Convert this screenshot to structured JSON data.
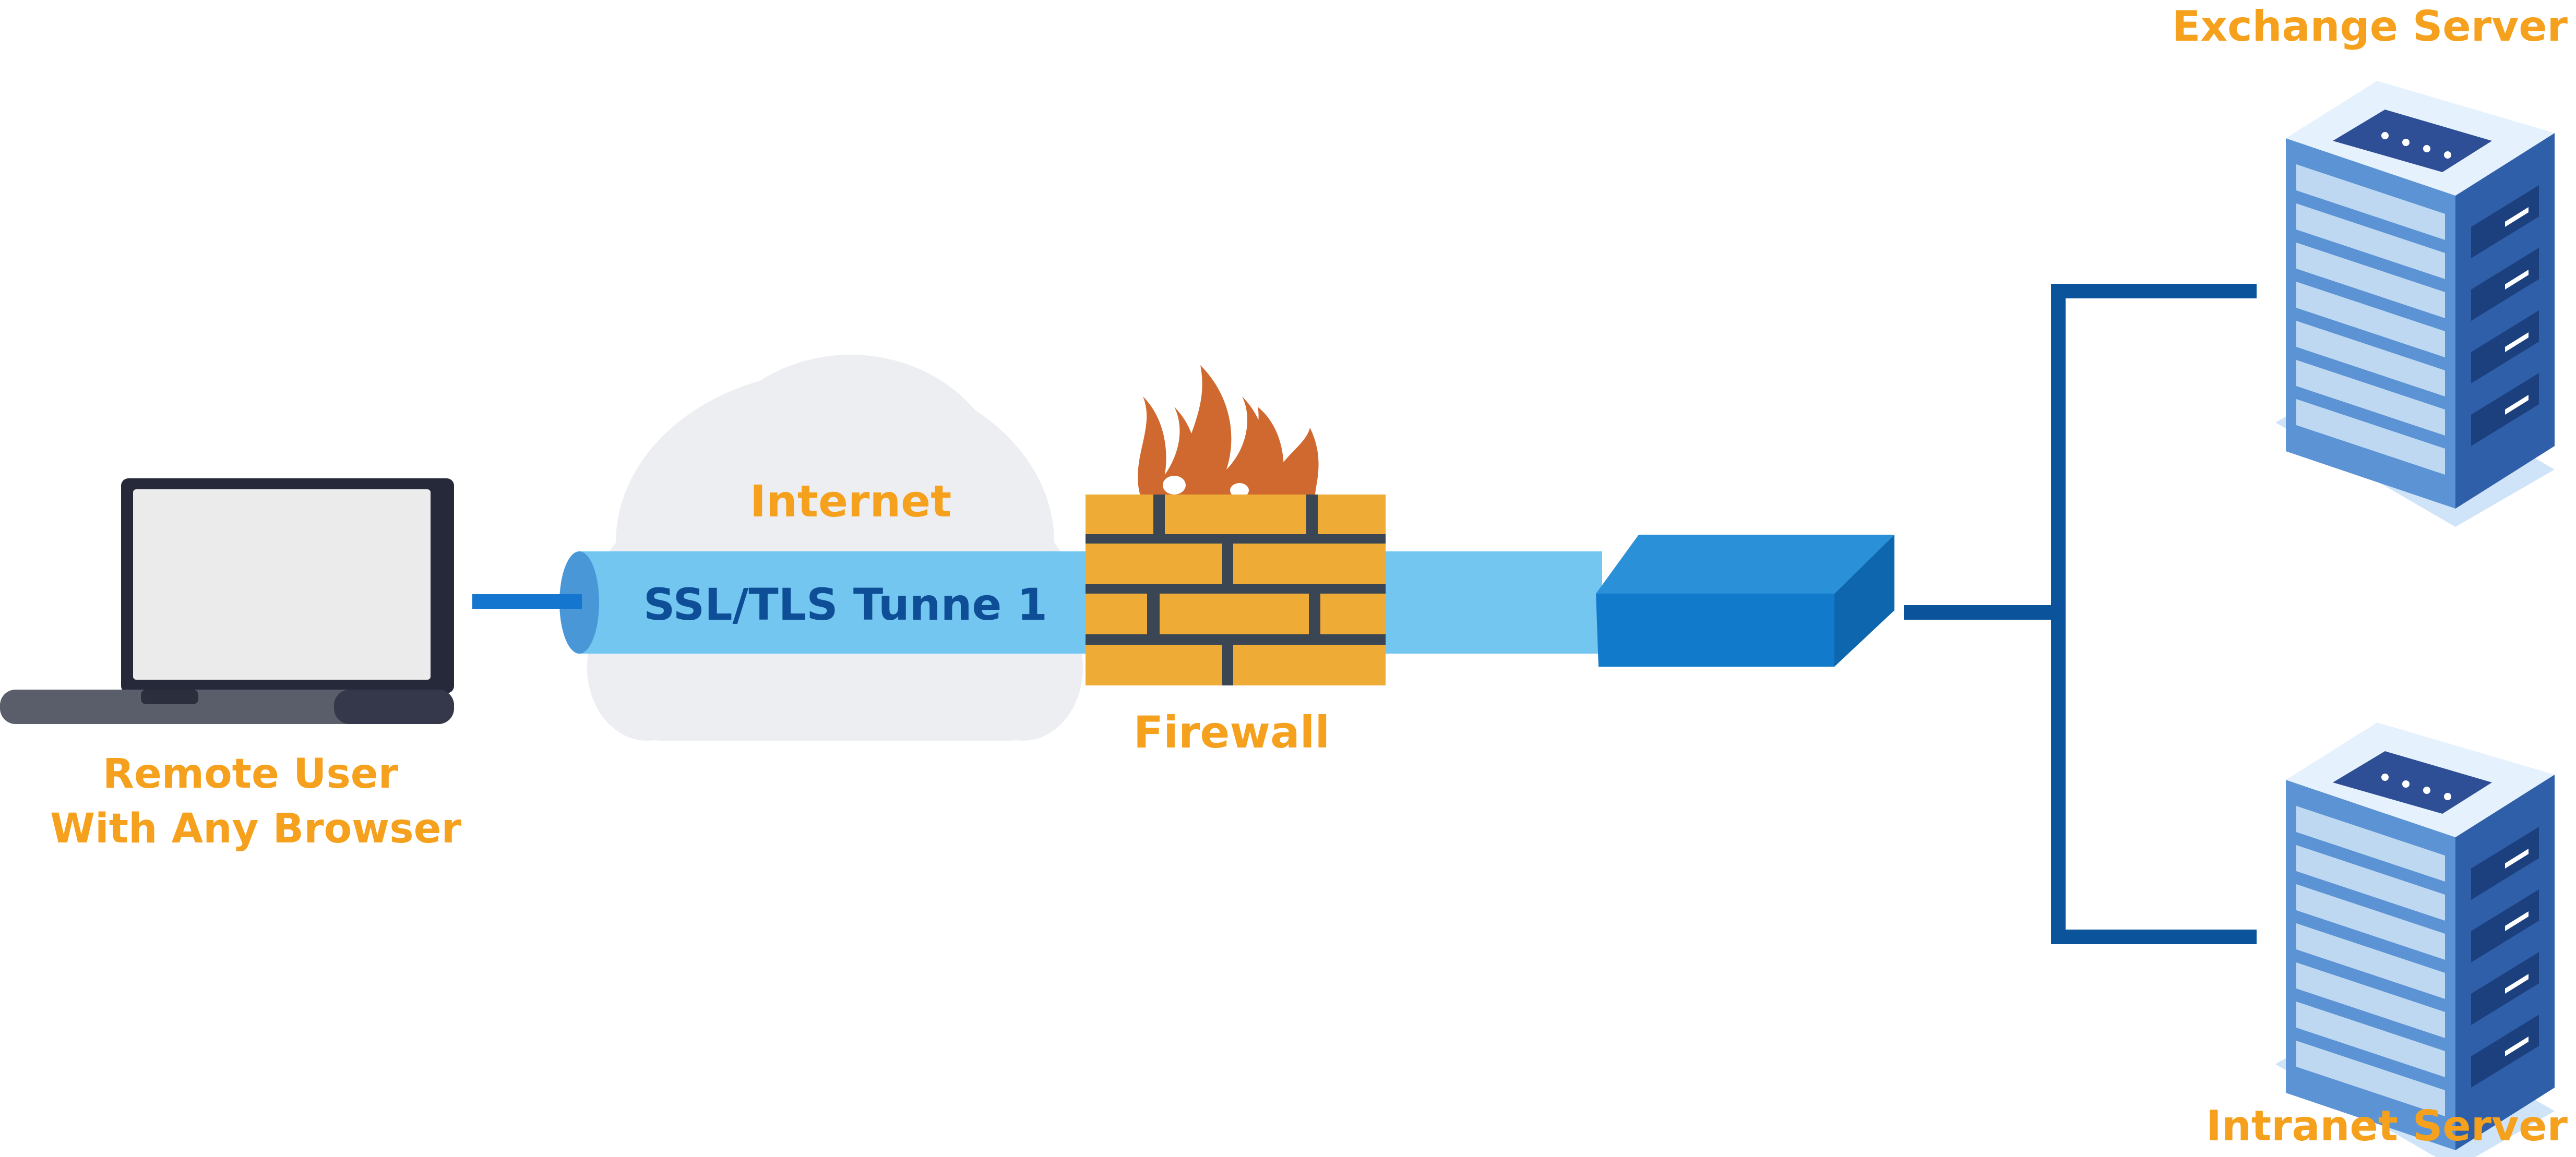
{
  "labels": {
    "remote_user_line1": "Remote User",
    "remote_user_line2": "With Any Browser",
    "internet": "Internet",
    "tunnel": "SSL/TLS Tunne 1",
    "firewall": "Firewall",
    "exchange_server": "Exchange Server",
    "intranet_server": "Intranet Server"
  },
  "colors": {
    "label_orange": "#F5A11D",
    "tunnel_text": "#0E4E96",
    "tunnel_fill": "#73C6F0",
    "cloud": "#ECEEF2",
    "connector": "#0B549B",
    "brick": "#EEAB36",
    "mortar": "#3B4655",
    "flame": "#D0692F",
    "appliance": "#147ECF",
    "server": "#4A86C9"
  },
  "icons": [
    "laptop-icon",
    "cloud-icon",
    "firewall-icon",
    "flame-icon",
    "vpn-appliance-icon",
    "server-rack-icon"
  ]
}
